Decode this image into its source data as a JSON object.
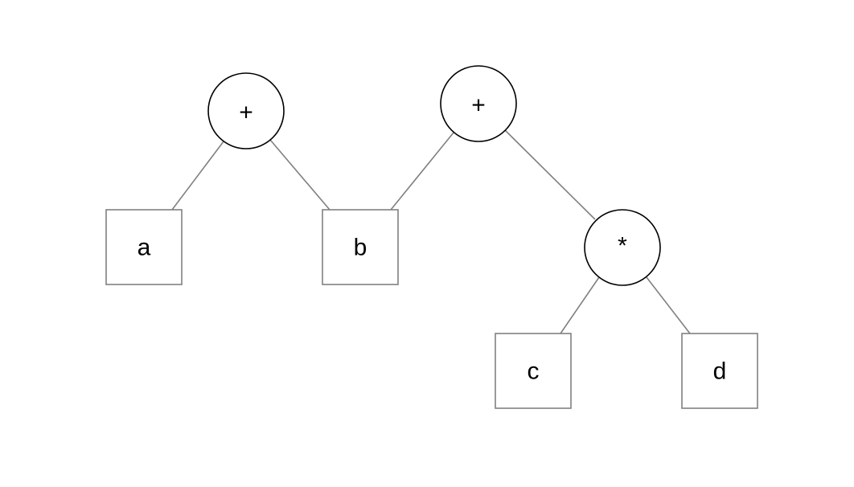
{
  "diagram": {
    "type": "expression-tree",
    "nodes": {
      "plus_left": {
        "label": "+",
        "shape": "circle"
      },
      "plus_right": {
        "label": "+",
        "shape": "circle"
      },
      "times": {
        "label": "*",
        "shape": "circle"
      },
      "a": {
        "label": "a",
        "shape": "box"
      },
      "b": {
        "label": "b",
        "shape": "box"
      },
      "c": {
        "label": "c",
        "shape": "box"
      },
      "d": {
        "label": "d",
        "shape": "box"
      }
    },
    "edges": [
      {
        "from": "plus_left",
        "to": "a"
      },
      {
        "from": "plus_left",
        "to": "b"
      },
      {
        "from": "plus_right",
        "to": "b"
      },
      {
        "from": "plus_right",
        "to": "times"
      },
      {
        "from": "times",
        "to": "c"
      },
      {
        "from": "times",
        "to": "d"
      }
    ],
    "colors": {
      "edge": "#808080",
      "circle_stroke": "#000000",
      "box_stroke": "#808080",
      "text": "#000000"
    }
  }
}
